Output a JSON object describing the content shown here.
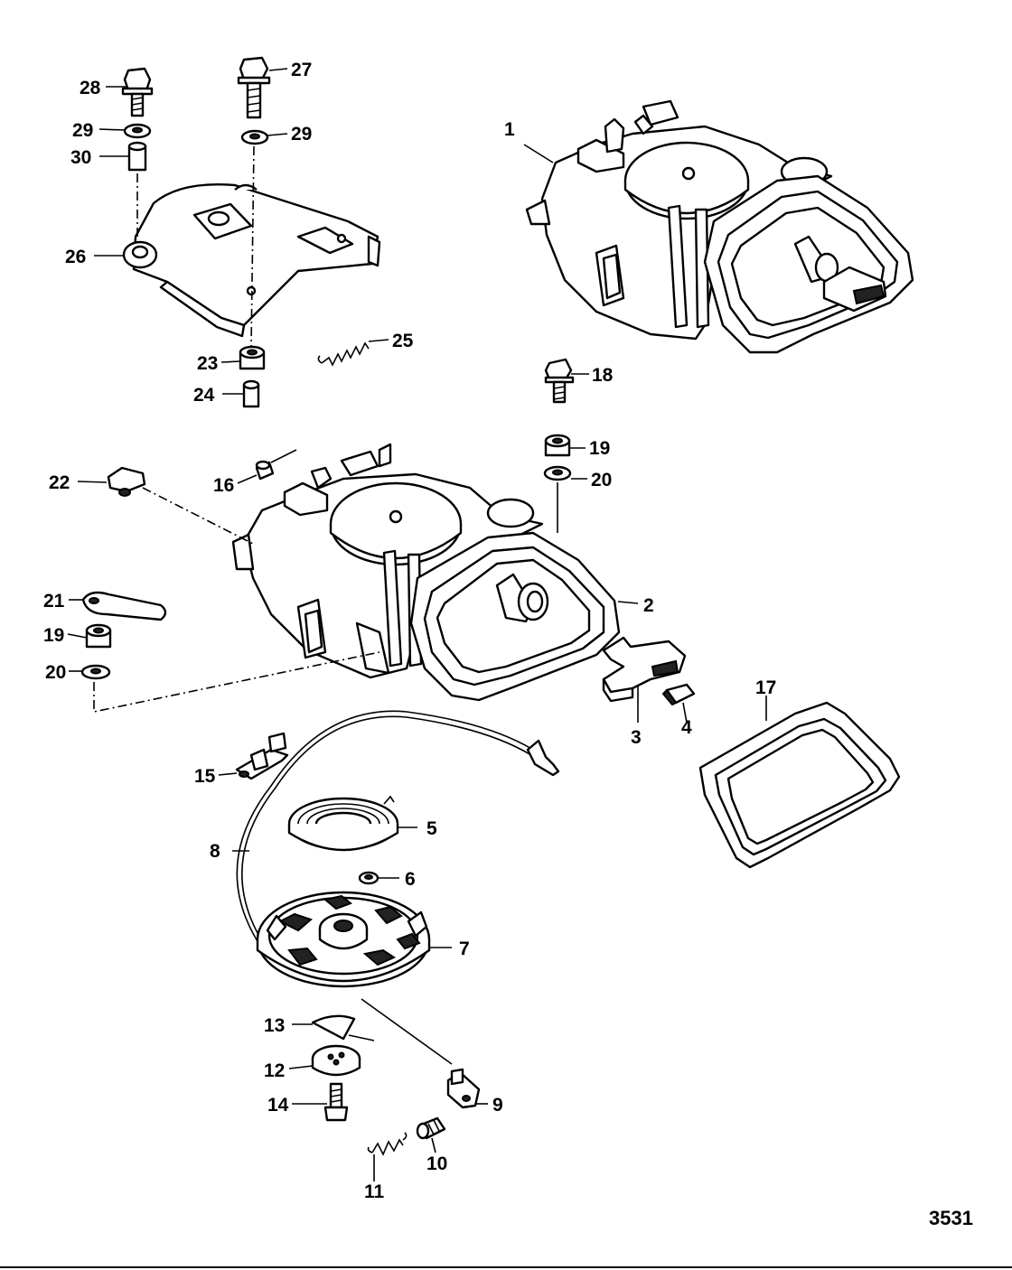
{
  "figure_number": "3531",
  "callouts": {
    "c1": "1",
    "c2": "2",
    "c3": "3",
    "c4": "4",
    "c5": "5",
    "c6": "6",
    "c7": "7",
    "c8": "8",
    "c9": "9",
    "c10": "10",
    "c11": "11",
    "c12": "12",
    "c13": "13",
    "c14": "14",
    "c15": "15",
    "c16": "16",
    "c17": "17",
    "c18": "18",
    "c19a": "19",
    "c19b": "19",
    "c20a": "20",
    "c20b": "20",
    "c21": "21",
    "c22": "22",
    "c23": "23",
    "c24": "24",
    "c25": "25",
    "c26": "26",
    "c27": "27",
    "c28": "28",
    "c29a": "29",
    "c29b": "29",
    "c30": "30"
  }
}
